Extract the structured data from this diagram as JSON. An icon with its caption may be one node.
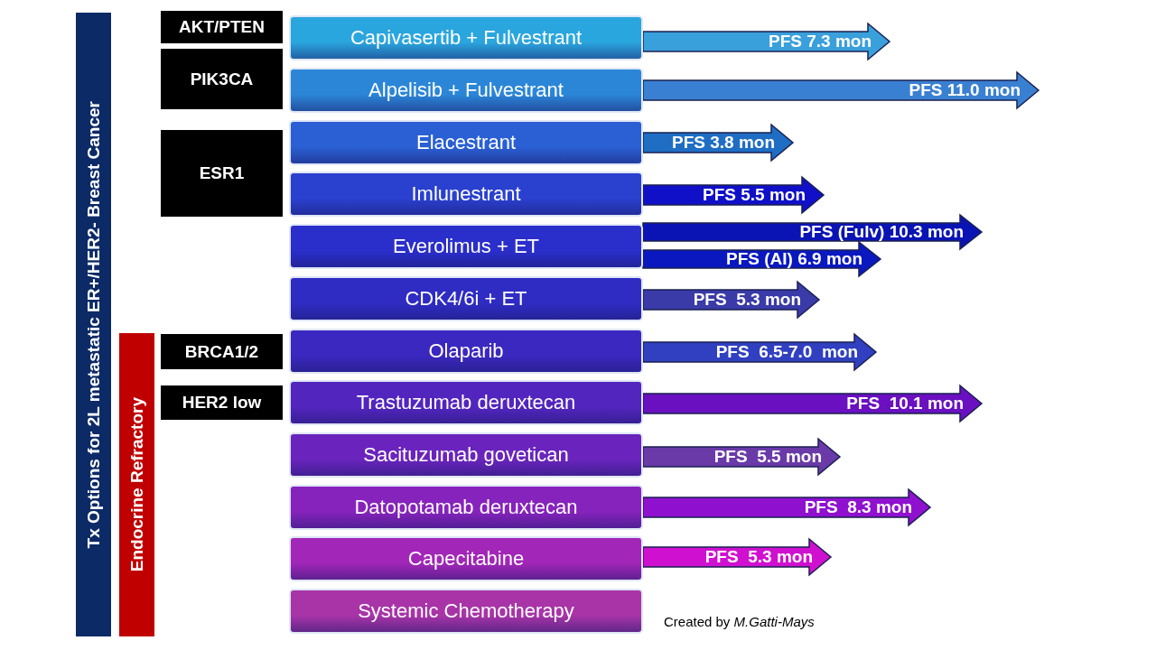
{
  "diagram": {
    "nodes": [
      {
        "text": [
          "Tx Options for 2L metastatic ER+/HER2- Breast Cancer"
        ]
      },
      {
        "text": [
          "Endocrine Refractory"
        ]
      },
      {
        "text": [
          "AKT/PTEN"
        ]
      },
      {
        "text": [
          "PIK3CA"
        ]
      },
      {
        "text": [
          "ESR1"
        ]
      },
      {
        "text": [
          "BRCA1/2"
        ]
      },
      {
        "text": [
          "HER2 low"
        ]
      },
      {
        "text": [
          "Capivasertib + Fulvestrant"
        ]
      },
      {
        "text": [
          "Alpelisib + Fulvestrant"
        ]
      },
      {
        "text": [
          "Elacestrant"
        ]
      },
      {
        "text": [
          "Imlunestrant"
        ]
      },
      {
        "text": [
          "Everolimus + ET"
        ]
      },
      {
        "text": [
          "CDK4/6i + ET"
        ]
      },
      {
        "text": [
          "Olaparib"
        ]
      },
      {
        "text": [
          "Trastuzumab deruxtecan"
        ]
      },
      {
        "text": [
          "Sacituzumab govetican"
        ]
      },
      {
        "text": [
          "Datopotamab deruxtecan"
        ]
      },
      {
        "text": [
          "Capecitabine"
        ]
      },
      {
        "text": [
          "Systemic Chemotherapy"
        ]
      }
    ],
    "edges": [
      {
        "from": 7,
        "to": null,
        "arrow": "to",
        "label": "PFS 7.3 mon",
        "color": "#3aa0dc"
      },
      {
        "from": 8,
        "to": null,
        "arrow": "to",
        "label": "PFS 11.0 mon",
        "color": "#3a80d2"
      },
      {
        "from": 9,
        "to": null,
        "arrow": "to",
        "label": "PFS 3.8 mon",
        "color": "#1f6ec4"
      },
      {
        "from": 10,
        "to": null,
        "arrow": "to",
        "label": "PFS 5.5 mon",
        "color": "#1010c8"
      },
      {
        "from": 11,
        "to": null,
        "arrow": "to",
        "label": "PFS (Fulv) 10.3 mon",
        "color": "#0a14b4"
      },
      {
        "from": 11,
        "to": null,
        "arrow": "to",
        "label": "PFS (AI) 6.9 mon",
        "color": "#0a18c0"
      },
      {
        "from": 12,
        "to": null,
        "arrow": "to",
        "label": "PFS  5.3 mon",
        "color": "#3a3aa8"
      },
      {
        "from": 13,
        "to": null,
        "arrow": "to",
        "label": "PFS  6.5-7.0  mon",
        "color": "#3040c0"
      },
      {
        "from": 14,
        "to": null,
        "arrow": "to",
        "label": "PFS  10.1 mon",
        "color": "#6a10c0"
      },
      {
        "from": 15,
        "to": null,
        "arrow": "to",
        "label": "PFS  5.5 mon",
        "color": "#6a3aa8"
      },
      {
        "from": 16,
        "to": null,
        "arrow": "to",
        "label": "PFS  8.3 mon",
        "color": "#9010d0"
      },
      {
        "from": 17,
        "to": null,
        "arrow": "to",
        "label": "PFS  5.3 mon",
        "color": "#d010d0"
      }
    ],
    "labels": [
      "Created by *M.Gatti-Mays*"
    ]
  }
}
